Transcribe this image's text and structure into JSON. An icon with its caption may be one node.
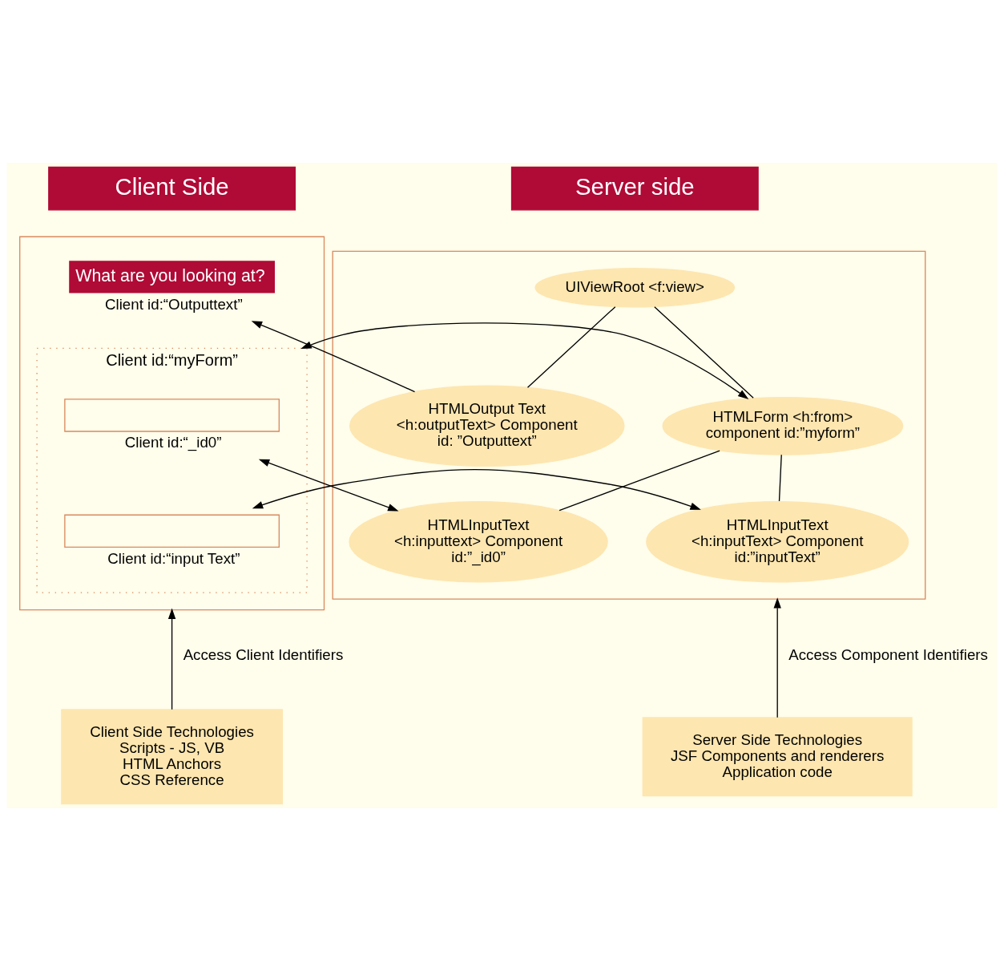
{
  "diagram": {
    "nodes": [
      {
        "text": [
          "Client Side"
        ]
      },
      {
        "text": [
          "Server side"
        ]
      },
      {
        "text": [],
        "shape": "box"
      },
      {
        "text": [
          "What are you looking at?"
        ],
        "in": 2,
        "beside": [
          "Client id:“Outputtext”"
        ]
      },
      {
        "text": [
          "Client id:“myForm”"
        ],
        "in": 2
      },
      {
        "text": [],
        "shape": "box",
        "in": 4,
        "beside": [
          "Client id:“_id0”"
        ]
      },
      {
        "text": [],
        "shape": "box",
        "in": 4,
        "beside": [
          "Client id:“input Text”"
        ]
      },
      {
        "text": [],
        "shape": "box"
      },
      {
        "text": [
          "UIViewRoot <f:view>"
        ],
        "in": 7
      },
      {
        "text": [
          "HTMLOutput Text <h:outputText> Component id: ”Outputtext”"
        ],
        "in": 7
      },
      {
        "text": [
          "HTMLForm <h:from> component id:”myform”"
        ],
        "in": 7
      },
      {
        "text": [
          "HTMLInputText <h:inputtext> Component id:”_id0”"
        ],
        "in": 7
      },
      {
        "text": [
          "HTMLInputText <h:inputText> Component id:”inputText”"
        ],
        "in": 7
      },
      {
        "text": [
          "Client Side Technologies",
          "Scripts - JS, VB",
          "HTML Anchors",
          "CSS Reference"
        ]
      },
      {
        "text": [
          "Server Side Technologies",
          "JSF Components and renderers",
          "Application code"
        ]
      }
    ],
    "edges": [
      {
        "from": 9,
        "to": 3,
        "arrow": "to"
      },
      {
        "from": 4,
        "to": 10,
        "arrow": "both"
      },
      {
        "from": 5,
        "to": 11,
        "arrow": "both"
      },
      {
        "from": 6,
        "to": 12,
        "arrow": "both"
      },
      {
        "from": 8,
        "to": 9,
        "arrow": "none"
      },
      {
        "from": 8,
        "to": 10,
        "arrow": "none"
      },
      {
        "from": 10,
        "to": 11,
        "arrow": "none"
      },
      {
        "from": 10,
        "to": 12,
        "arrow": "none"
      },
      {
        "from": 13,
        "to": 2,
        "label": "Access Client Identifiers",
        "arrow": "to"
      },
      {
        "from": 14,
        "to": 7,
        "label": "Access Component Identifiers",
        "arrow": "to"
      }
    ]
  }
}
